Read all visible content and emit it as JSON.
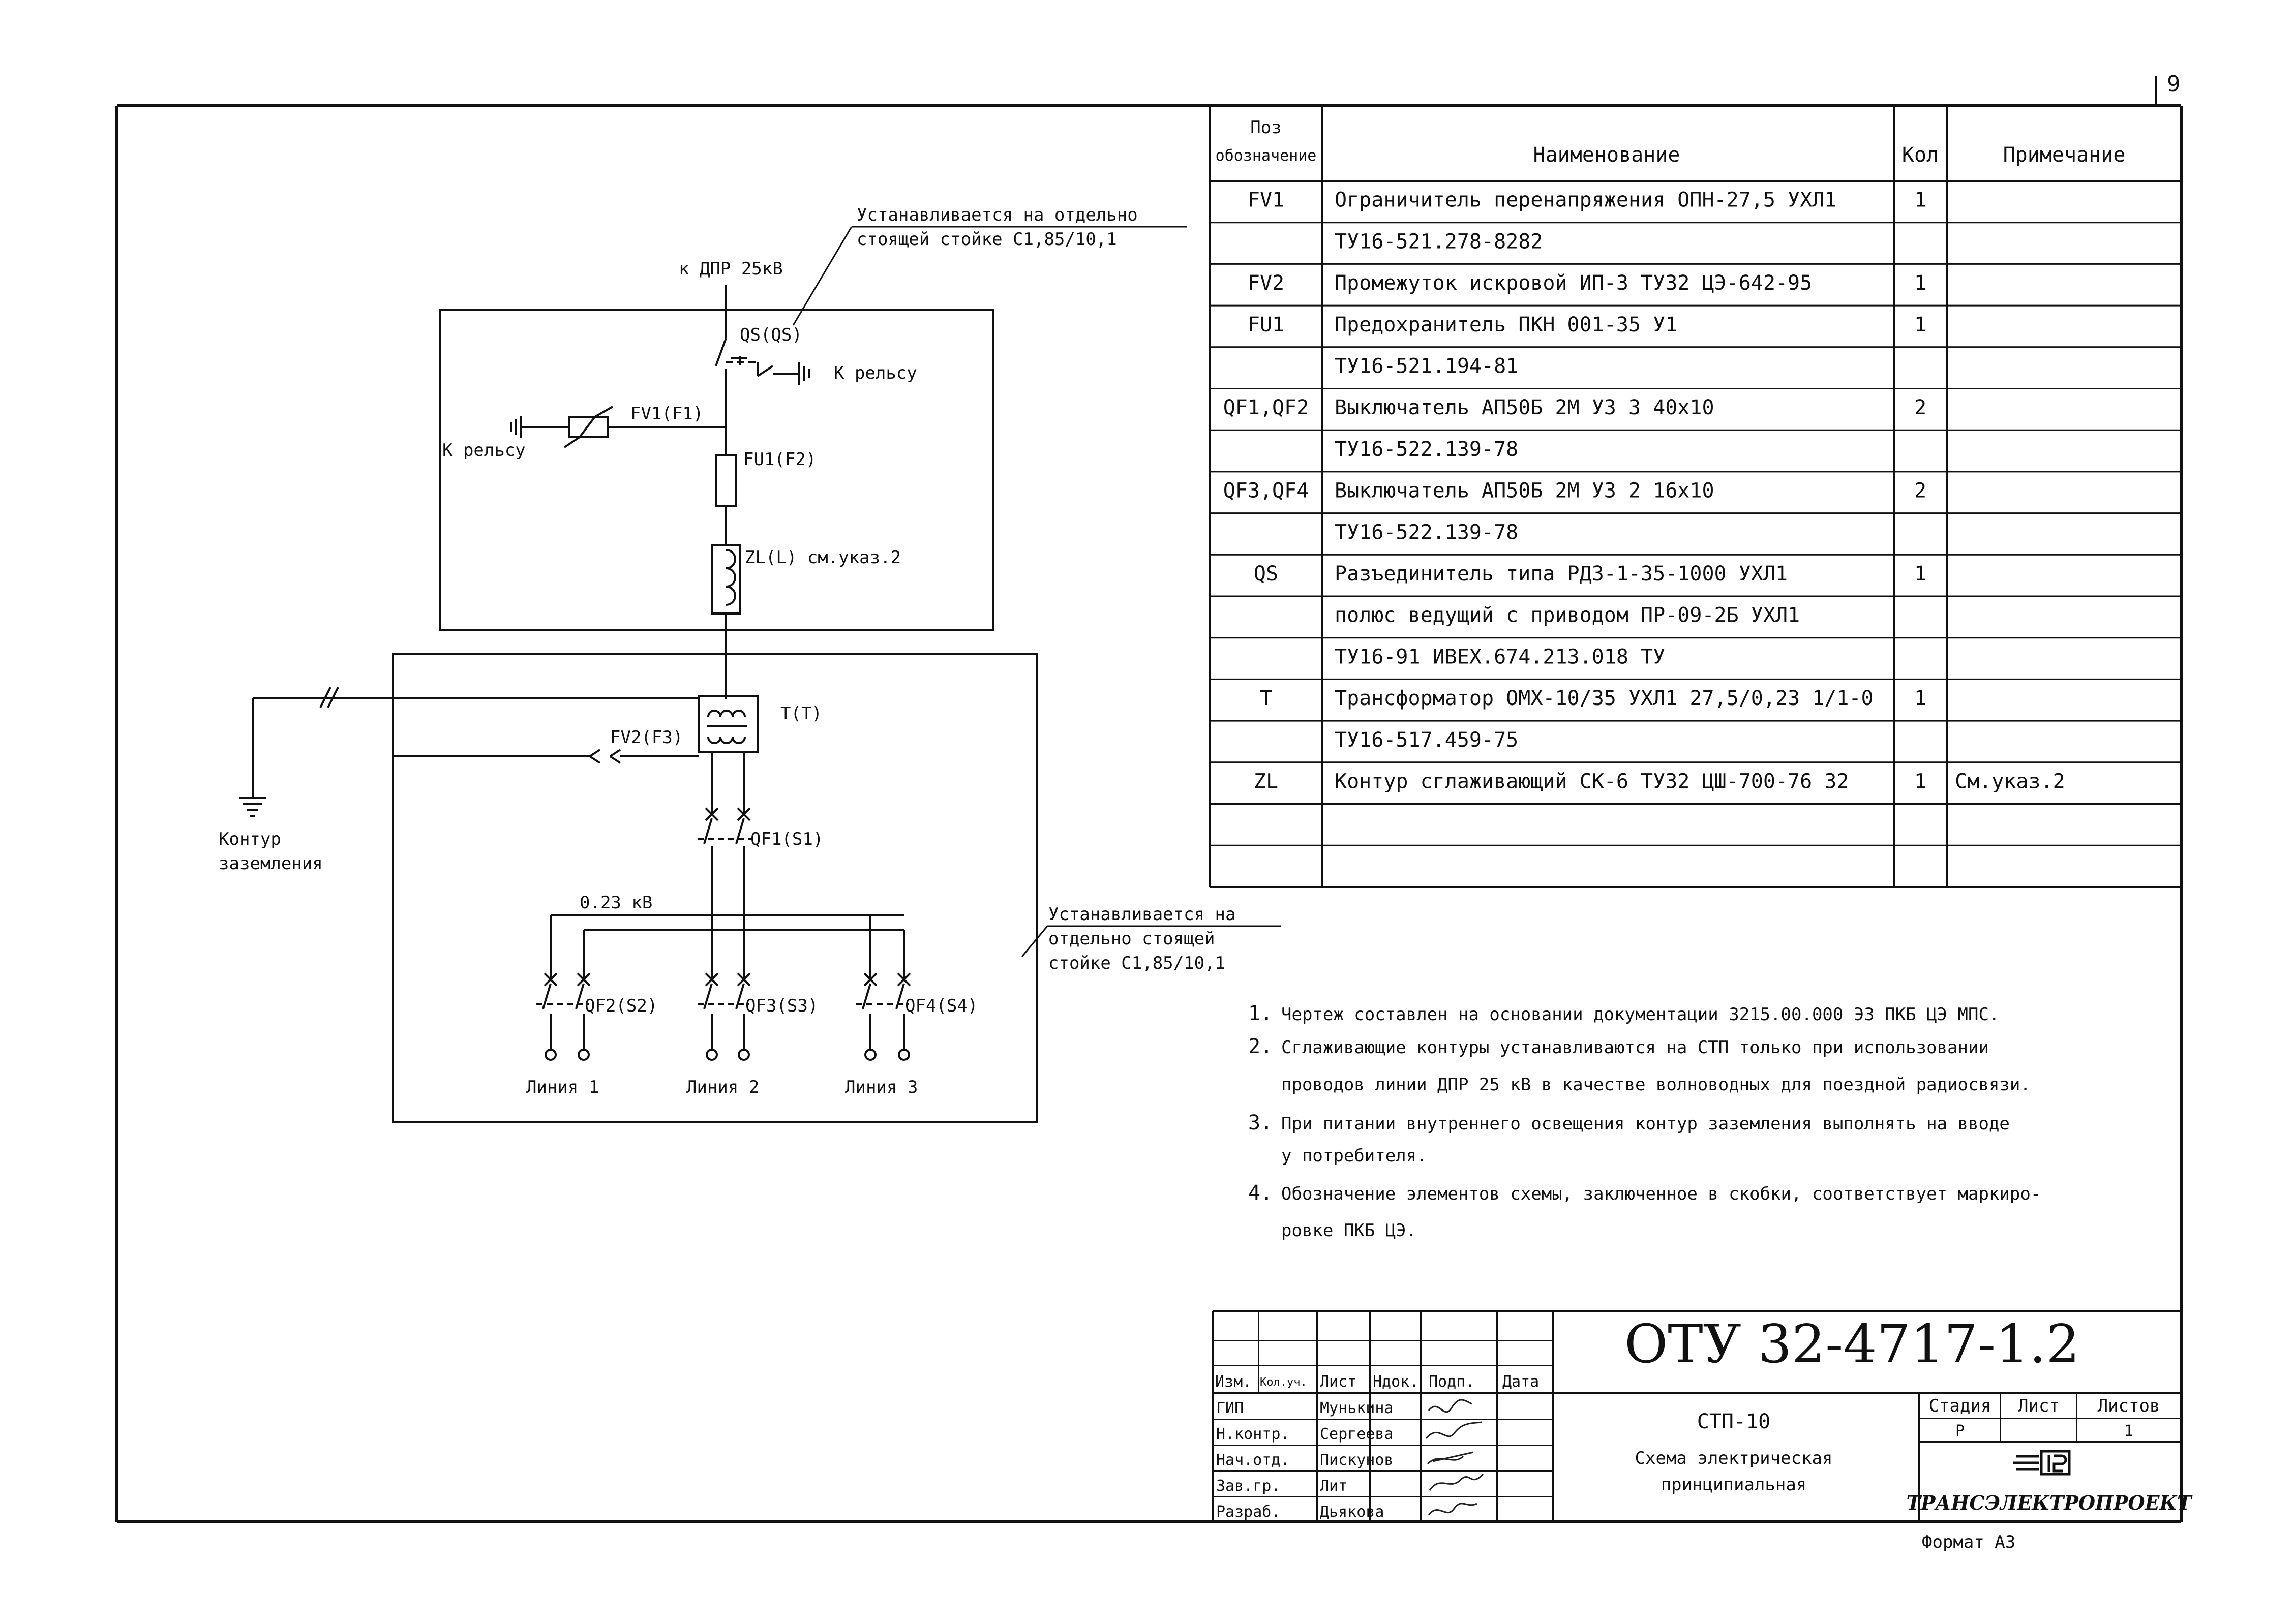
{
  "sheet_number": "9",
  "diagram": {
    "feed_label": "к ДПР 25кВ",
    "mount_note_top": [
      "Устанавливается на отдельно",
      "стоящей стойке С1,85/10,1"
    ],
    "qs_label": "QS(QS)",
    "rail_right": "К рельсу",
    "rail_left": "К рельсу",
    "fv1_label": "FV1(F1)",
    "fu1_label": "FU1(F2)",
    "zl_label": "ZL(L) см.указ.2",
    "t_label": "T(T)",
    "fv2_label": "FV2(F3)",
    "qf1_label": "QF1(S1)",
    "voltage_label": "0.23 кВ",
    "ground_label": [
      "Контур",
      "заземления"
    ],
    "mount_note_bottom": [
      "Устанавливается на",
      "отдельно стоящей",
      "стойке С1,85/10,1"
    ],
    "qf2_label": "QF2(S2)",
    "qf3_label": "QF3(S3)",
    "qf4_label": "QF4(S4)",
    "line1": "Линия 1",
    "line2": "Линия 2",
    "line3": "Линия 3"
  },
  "spec_table": {
    "headers": [
      "Поз",
      "обозначение",
      "Наименование",
      "Кол",
      "Примечание"
    ],
    "rows": [
      {
        "pos": "FV1",
        "name": "Ограничитель перенапряжения ОПН-27,5 УХЛ1",
        "qty": "1",
        "note": ""
      },
      {
        "pos": "",
        "name": "ТУ16-521.278-8282",
        "qty": "",
        "note": ""
      },
      {
        "pos": "FV2",
        "name": "Промежуток искровой ИП-3  ТУ32 ЦЭ-642-95",
        "qty": "1",
        "note": ""
      },
      {
        "pos": "FU1",
        "name": "Предохранитель ПКН 001-35 У1",
        "qty": "1",
        "note": ""
      },
      {
        "pos": "",
        "name": "ТУ16-521.194-81",
        "qty": "",
        "note": ""
      },
      {
        "pos": "QF1,QF2",
        "name": "Выключатель  АП50Б 2М УЗ 3 40х10",
        "qty": "2",
        "note": ""
      },
      {
        "pos": "",
        "name": "ТУ16-522.139-78",
        "qty": "",
        "note": ""
      },
      {
        "pos": "QF3,QF4",
        "name": "Выключатель АП50Б 2М УЗ 2 16х10",
        "qty": "2",
        "note": ""
      },
      {
        "pos": "",
        "name": "ТУ16-522.139-78",
        "qty": "",
        "note": ""
      },
      {
        "pos": "QS",
        "name": "Разъединитель типа РДЗ-1-35-1000 УХЛ1",
        "qty": "1",
        "note": ""
      },
      {
        "pos": "",
        "name": "полюс ведущий  с приводом ПР-09-2Б УХЛ1",
        "qty": "",
        "note": ""
      },
      {
        "pos": "",
        "name": "ТУ16-91 ИВЕХ.674.213.018 ТУ",
        "qty": "",
        "note": ""
      },
      {
        "pos": "T",
        "name": "Трансформатор ОМХ-10/35 УХЛ1  27,5/0,23 1/1-0",
        "qty": "1",
        "note": ""
      },
      {
        "pos": "",
        "name": "ТУ16-517.459-75",
        "qty": "",
        "note": ""
      },
      {
        "pos": "ZL",
        "name": "Контур сглаживающий  СК-6   ТУ32 ЦШ-700-76 32",
        "qty": "1",
        "note": "См.указ.2"
      },
      {
        "pos": "",
        "name": "",
        "qty": "",
        "note": ""
      },
      {
        "pos": "",
        "name": "",
        "qty": "",
        "note": ""
      }
    ]
  },
  "notes": [
    [
      "1.",
      "Чертеж составлен на основании документации 3215.00.000 ЭЗ ПКБ ЦЭ МПС."
    ],
    [
      "2.",
      "Сглаживающие контуры устанавливаются на СТП только при использовании"
    ],
    [
      "",
      "проводов линии ДПР 25 кВ в качестве волноводных для поездной радиосвязи."
    ],
    [
      "3.",
      "При питании внутреннего освещения контур заземления выполнять на вводе"
    ],
    [
      "",
      "у потребителя."
    ],
    [
      "4.",
      "Обозначение элементов схемы, заключенное в скобки, соответствует маркиро-"
    ],
    [
      "",
      "ровке ПКБ ЦЭ."
    ]
  ],
  "title_block": {
    "doc_code": "ОТУ 32-4717-1.2",
    "col_headers": [
      "Изм.",
      "Кол.уч.",
      "Лист",
      "Ндок.",
      "Подп.",
      "Дата"
    ],
    "roles": [
      {
        "role": "ГИП",
        "name": "Мунькина"
      },
      {
        "role": "Н.контр.",
        "name": "Сергеева"
      },
      {
        "role": "Нач.отд.",
        "name": "Пискунов"
      },
      {
        "role": "Зав.гр.",
        "name": "Лит"
      },
      {
        "role": "Разраб.",
        "name": "Дьякова"
      }
    ],
    "title_lines": [
      "СТП-10",
      "Схема электрическая",
      "принципиальная"
    ],
    "stage_headers": [
      "Стадия",
      "Лист",
      "Листов"
    ],
    "stage_values": [
      "Р",
      "",
      "1"
    ],
    "org_name": "ТРАНСЭЛЕКТРОПРОЕКТ",
    "format": "Формат А3"
  }
}
